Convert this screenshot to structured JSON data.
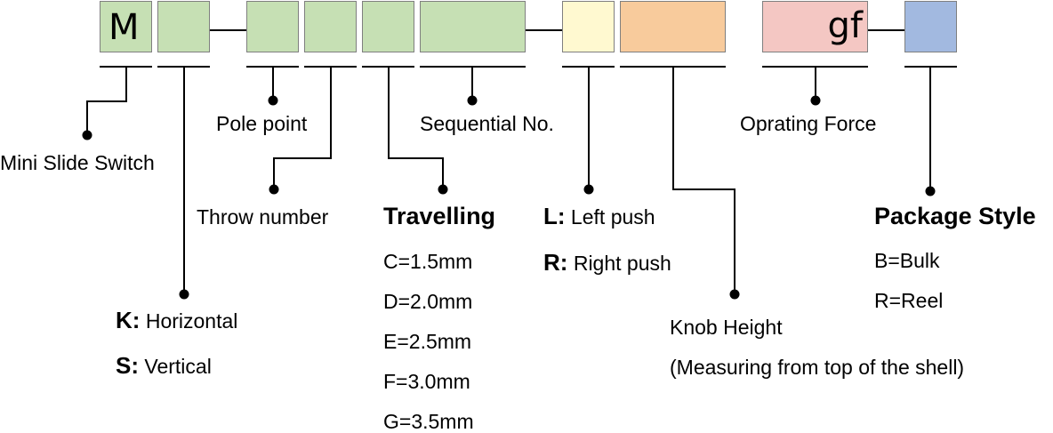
{
  "title": "",
  "colors": {
    "green": "#c6e0b4",
    "yellow": "#fff9d0",
    "orange": "#f8cb9c",
    "pink": "#f4c7c3",
    "blue": "#a2b9e0",
    "border": "#7f7f7f",
    "line": "#000000"
  },
  "boxes": {
    "m": "M",
    "gf": "gf"
  },
  "labels": {
    "mini_slide_switch": "Mini Slide Switch",
    "pole_point": "Pole point",
    "throw_number": "Throw number",
    "sequential_no": "Sequential No.",
    "operating_force": "Oprating Force",
    "knob_height": "Knob Height",
    "knob_height_note": "(Measuring from top of the shell)"
  },
  "direction": {
    "k_code": "K:",
    "k_text": " Horizontal",
    "s_code": "S:",
    "s_text": " Vertical"
  },
  "travelling": {
    "heading": "Travelling",
    "options": [
      "C=1.5mm",
      "D=2.0mm",
      "E=2.5mm",
      "F=3.0mm",
      "G=3.5mm"
    ]
  },
  "push": {
    "l_code": "L:",
    "l_text": " Left push",
    "r_code": "R:",
    "r_text": " Right push"
  },
  "package_style": {
    "heading": "Package Style",
    "options": [
      "B=Bulk",
      "R=Reel"
    ]
  }
}
